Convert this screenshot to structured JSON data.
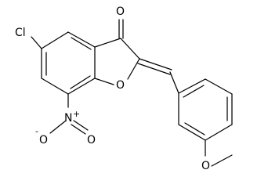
{
  "diagram": {
    "type": "chemical-structure",
    "background": "#ffffff",
    "ink": "#000000",
    "labels": {
      "chlorine": "Cl",
      "ketone_oxygen": "O",
      "ring_oxygen": "O",
      "nitro_nitrogen": "N",
      "nitro_plus": "+",
      "nitro_oxygen_left": "O",
      "nitro_minus": "-",
      "nitro_oxygen_right": "O",
      "methoxy_oxygen": "O"
    }
  }
}
